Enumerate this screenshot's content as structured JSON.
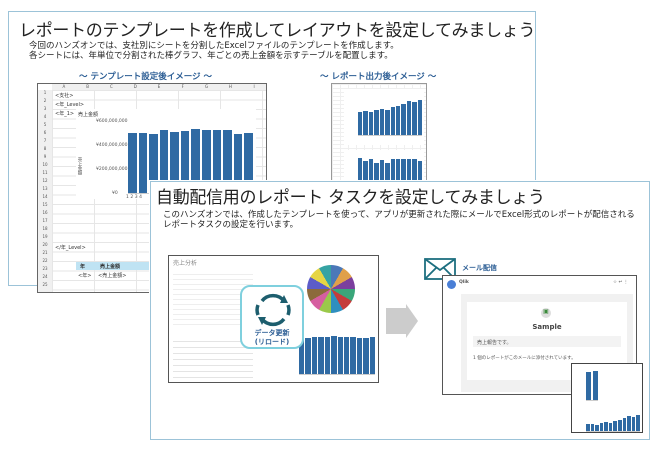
{
  "slide1": {
    "title": "レポートのテンプレートを作成してレイアウトを設定してみましょう",
    "body_line1": "今回のハンズオンでは、支社別にシートを分割したExcelファイルのテンプレートを作成します。",
    "body_line2": "各シートには、年単位で分割された棒グラフ、年ごとの売上金額を示すテーブルを配置します。",
    "template_caption": "～ テンプレート設定後イメージ ～",
    "output_caption": "～ レポート出力後イメージ ～",
    "excel": {
      "columns": [
        "A",
        "B",
        "C",
        "D",
        "E",
        "F",
        "G",
        "H",
        "I"
      ],
      "rows": [
        "1",
        "2",
        "3",
        "4",
        "5",
        "6",
        "7",
        "8",
        "9",
        "10",
        "11",
        "12",
        "13",
        "14",
        "15",
        "16",
        "17",
        "18",
        "19",
        "20",
        "21",
        "22",
        "23",
        "24",
        "25"
      ],
      "cell_a1": "<支社>",
      "cell_a2": "<年_Level>",
      "cell_a3": "<年_1>",
      "chart_title": "売上金額",
      "y_axis_label": "売上金額",
      "y_ticks": [
        "¥600,000,000",
        "¥400,000,000",
        "¥200,000,000",
        "¥0"
      ],
      "x_ticks": [
        "1",
        "2",
        "3",
        "4"
      ],
      "bars": [
        0.83,
        0.84,
        0.82,
        0.87,
        0.85,
        0.86,
        0.89,
        0.87,
        0.87,
        0.88,
        0.82,
        0.84
      ],
      "cell_a21": "</年_Level>",
      "table_header_year": "年",
      "table_header_sales": "売上金額",
      "table_cell_year": "<年>",
      "table_cell_sales": "<売上金額>"
    },
    "report_bars_top": [
      0.6,
      0.62,
      0.59,
      0.65,
      0.67,
      0.65,
      0.72,
      0.75,
      0.8,
      0.86,
      0.84,
      0.9
    ],
    "report_bars_bottom": [
      0.9,
      0.82,
      0.86,
      0.78,
      0.84,
      0.78,
      0.86,
      0.86,
      0.88,
      0.88,
      0.86,
      0.83
    ]
  },
  "slide2": {
    "title": "自動配信用のレポート タスクを設定してみましょう",
    "body_line1": "このハンズオンでは、作成したテンプレートを使って、アプリが更新された際にメールでExcel形式のレポートが配信される",
    "body_line2": "レポートタスクの設定を行います。",
    "dashboard": {
      "title": "売上分析",
      "bars": [
        0.85,
        0.83,
        0.87,
        0.86,
        0.86,
        0.88,
        0.87,
        0.87,
        0.86,
        0.83,
        0.84,
        0.86
      ],
      "pie_colors": [
        "#4b78b8",
        "#e0a04a",
        "#7b3f9e",
        "#3aa67a",
        "#c43c3c",
        "#2e8fbf",
        "#9ac94a",
        "#d65fa0",
        "#8c6a3c",
        "#5c5cc9",
        "#e6d545",
        "#35a3a3"
      ]
    },
    "refresh_label_line1": "データ更新",
    "refresh_label_line2": "(リロード)",
    "email_label": "メール配信",
    "email": {
      "sender": "Qlik",
      "app_name": "Sample",
      "message": "売上報告です。",
      "attachment_note": "1 個のレポートがこのメールに添付されています。"
    },
    "phone_bars_top": [
      0.9,
      0.92
    ],
    "phone_bars_bottom": [
      0.3,
      0.32,
      0.28,
      0.36,
      0.38,
      0.35,
      0.45,
      0.5,
      0.58,
      0.64,
      0.62,
      0.7
    ]
  },
  "colors": {
    "accent": "#2b5d94",
    "bar": "#2f6aa3",
    "border": "#9cc3d8",
    "refresh": "#1d5e6e"
  }
}
